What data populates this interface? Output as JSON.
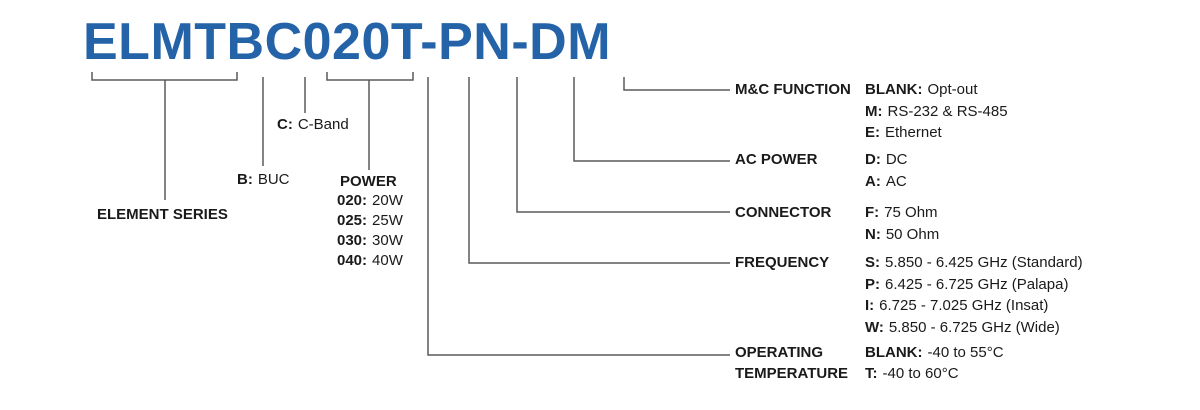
{
  "title": "ELMTBC020T-PN-DM",
  "colors": {
    "title_blue": "#2563a8",
    "line_gray": "#5a5a5c",
    "text_black": "#1a1a1a"
  },
  "left": {
    "element_series": "ELEMENT SERIES",
    "buc": {
      "key": "B:",
      "value": "BUC"
    },
    "c_band": {
      "key": "C:",
      "value": "C-Band"
    },
    "power": {
      "heading": "POWER",
      "options": [
        {
          "key": "020:",
          "value": "20W"
        },
        {
          "key": "025:",
          "value": "25W"
        },
        {
          "key": "030:",
          "value": "30W"
        },
        {
          "key": "040:",
          "value": "40W"
        }
      ]
    }
  },
  "right": {
    "mc_function": {
      "label": "M&C FUNCTION",
      "options": [
        {
          "key": "BLANK:",
          "value": "Opt-out"
        },
        {
          "key": "M:",
          "value": "RS-232 & RS-485"
        },
        {
          "key": "E:",
          "value": "Ethernet"
        }
      ]
    },
    "ac_power": {
      "label": "AC POWER",
      "options": [
        {
          "key": "D:",
          "value": "DC"
        },
        {
          "key": "A:",
          "value": "AC"
        }
      ]
    },
    "connector": {
      "label": "CONNECTOR",
      "options": [
        {
          "key": "F:",
          "value": "75 Ohm"
        },
        {
          "key": "N:",
          "value": "50 Ohm"
        }
      ]
    },
    "frequency": {
      "label": "FREQUENCY",
      "options": [
        {
          "key": "S:",
          "value": "5.850 - 6.425 GHz (Standard)"
        },
        {
          "key": "P:",
          "value": "6.425 - 6.725 GHz (Palapa)"
        },
        {
          "key": "I:",
          "value": "6.725 - 7.025 GHz (Insat)"
        },
        {
          "key": "W:",
          "value": "5.850 - 6.725 GHz (Wide)"
        }
      ]
    },
    "operating_temperature": {
      "label_line1": "OPERATING",
      "label_line2": "TEMPERATURE",
      "options": [
        {
          "key": "BLANK:",
          "value": "-40 to 55°C"
        },
        {
          "key": "T:",
          "value": "-40 to 60°C"
        }
      ]
    }
  }
}
